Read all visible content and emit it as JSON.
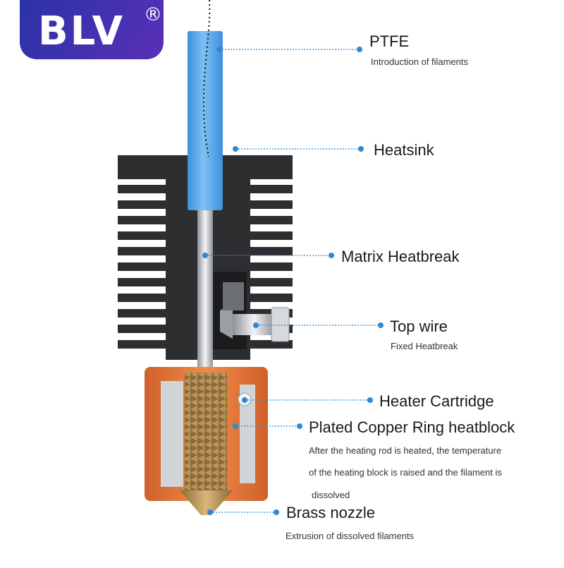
{
  "brand": {
    "name": "BLV",
    "mark": "®"
  },
  "colors": {
    "leader": "#2a8ad8",
    "ptfe": "#5aa6ec",
    "heatsink": "#2e2e31",
    "heatblock": "#e87a3a",
    "brass": "#b8935a",
    "steel": "#c9cdd2"
  },
  "labels": {
    "ptfe": {
      "title": "PTFE",
      "subtitle": "Introduction of filaments"
    },
    "heatsink": {
      "title": "Heatsink"
    },
    "heatbreak": {
      "title": "Matrix Heatbreak"
    },
    "top_wire": {
      "title": "Top wire",
      "subtitle": "Fixed Heatbreak"
    },
    "heater": {
      "title": "Heater Cartridge"
    },
    "heatblock": {
      "title": "Plated Copper Ring heatblock",
      "desc_1": "After the heating rod is heated, the temperature",
      "desc_2": "of the heating block is raised and  the filament is",
      "desc_3": "dissolved"
    },
    "nozzle": {
      "title": "Brass nozzle",
      "subtitle": "Extrusion of dissolved filaments"
    }
  }
}
